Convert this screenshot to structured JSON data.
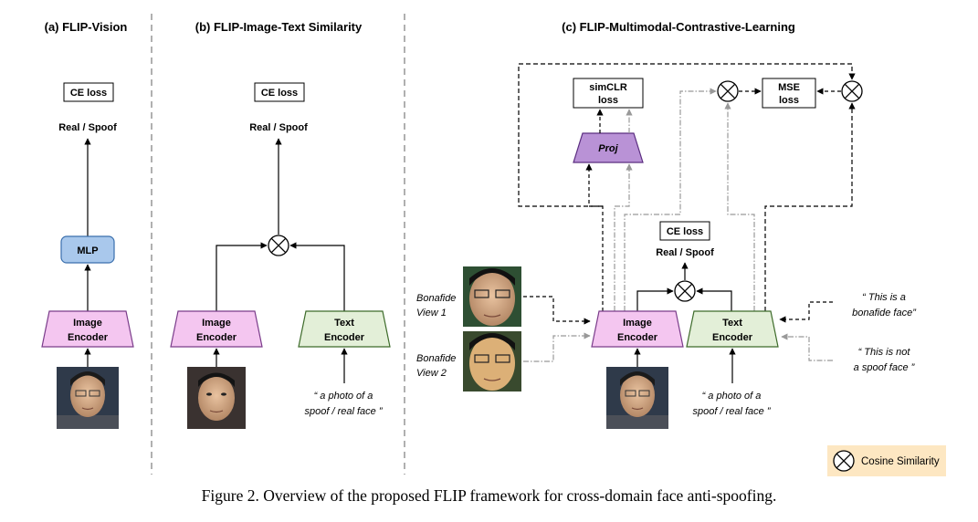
{
  "panels": {
    "a": {
      "title": "(a) FLIP-Vision",
      "ce_loss": "CE loss",
      "output": "Real / Spoof",
      "mlp": "MLP",
      "image_encoder": [
        "Image",
        "Encoder"
      ]
    },
    "b": {
      "title": "(b) FLIP-Image-Text Similarity",
      "ce_loss": "CE loss",
      "output": "Real / Spoof",
      "image_encoder": [
        "Image",
        "Encoder"
      ],
      "text_encoder": [
        "Text",
        "Encoder"
      ],
      "prompt": [
        "“ a photo of a",
        "spoof / real face ”"
      ]
    },
    "c": {
      "title": "(c) FLIP-Multimodal-Contrastive-Learning",
      "simclr_loss": [
        "simCLR",
        "loss"
      ],
      "mse_loss": [
        "MSE",
        "loss"
      ],
      "proj": "Proj",
      "ce_loss": "CE loss",
      "output": "Real / Spoof",
      "image_encoder": [
        "Image",
        "Encoder"
      ],
      "text_encoder": [
        "Text",
        "Encoder"
      ],
      "view1": [
        "Bonafide",
        "View 1"
      ],
      "view2": [
        "Bonafide",
        "View 2"
      ],
      "prompt_real": [
        "“ This is a",
        "bonafide face”"
      ],
      "prompt_not_spoof": [
        "“ This is not",
        "a spoof face ”"
      ],
      "prompt": [
        "“ a photo of a",
        "spoof / real face ”"
      ]
    }
  },
  "legend": {
    "label": "Cosine Similarity"
  },
  "caption": "Figure 2. Overview of the proposed FLIP framework for cross-domain face anti-spoofing.",
  "colors": {
    "image_encoder": "#f4c6f0",
    "text_encoder": "#e3efd8",
    "mlp": "#a9c8ec",
    "proj": "#b992d6",
    "legend_bg": "#fde7c2",
    "divider": "#b0b0b0"
  }
}
